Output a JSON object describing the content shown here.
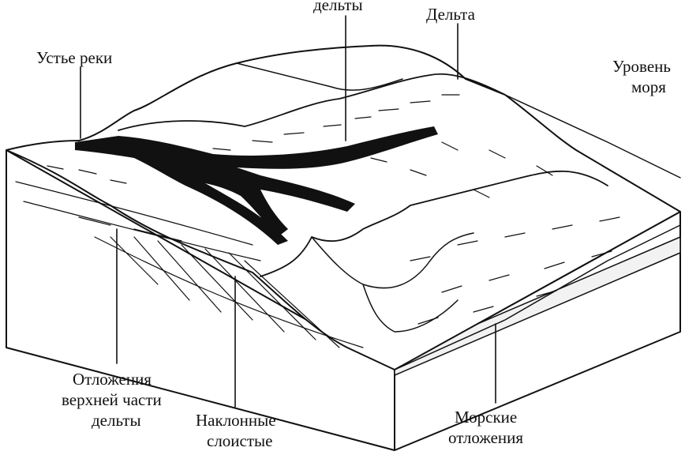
{
  "labels": {
    "delty_top": "дельты",
    "delta": "Дельта",
    "river_mouth": "Устье реки",
    "sea_level_1": "Уровень",
    "sea_level_2": "моря",
    "topset_1": "Отложения",
    "topset_2": "верхней части",
    "topset_3": "дельты",
    "foreset_1": "Наклонные",
    "foreset_2": "слоистые",
    "marine_1": "Морские",
    "marine_2": "отложения"
  }
}
